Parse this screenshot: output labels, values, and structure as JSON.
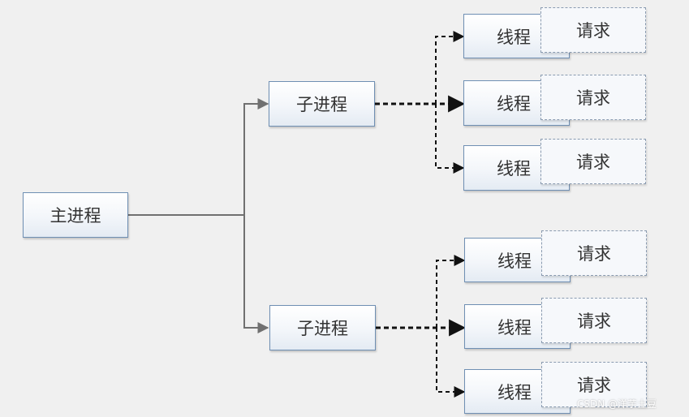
{
  "main_process": {
    "label": "主进程"
  },
  "subprocesses": [
    {
      "label": "子进程",
      "threads": [
        {
          "thread_label": "线程",
          "request_label": "请求"
        },
        {
          "thread_label": "线程",
          "request_label": "请求"
        },
        {
          "thread_label": "线程",
          "request_label": "请求"
        }
      ]
    },
    {
      "label": "子进程",
      "threads": [
        {
          "thread_label": "线程",
          "request_label": "请求"
        },
        {
          "thread_label": "线程",
          "request_label": "请求"
        },
        {
          "thread_label": "线程",
          "request_label": "请求"
        }
      ]
    }
  ],
  "watermark": "CSDN @洋芋土豆",
  "colors": {
    "background": "#f0f0f0",
    "node_border": "#6f8fb3",
    "solid_connector": "#707070",
    "dashed_connector": "#111111"
  }
}
